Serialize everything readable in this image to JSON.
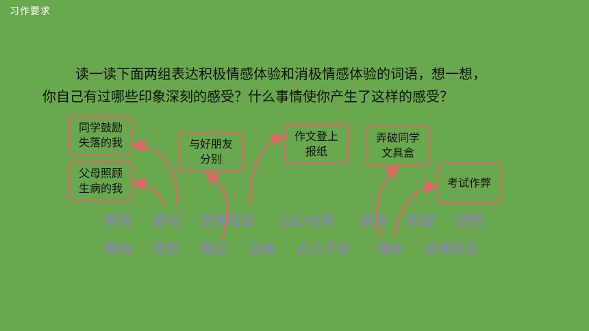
{
  "header": {
    "title": "习作要求"
  },
  "intro": {
    "line1": "读一读下面两组表达积极情感体验和消极情感体验的词语，想一想，",
    "line2": "你自己有过哪些印象深刻的感受？什么事情使你产生了这样的感受？"
  },
  "boxes": {
    "encourage": [
      "同学鼓励",
      "失落的我"
    ],
    "care": [
      "父母照顾",
      "生病的我"
    ],
    "friend": [
      "与好朋友",
      "分别"
    ],
    "essay": [
      "作文登上",
      "报纸"
    ],
    "pencilbox": [
      "弄破同学",
      "文具盒"
    ],
    "cheat": [
      "考试作弊"
    ]
  },
  "positive_words": [
    "畅快",
    "感动",
    "欣喜若狂",
    "归心似箭",
    "激动",
    "盼望",
    "欣慰"
  ],
  "negative_words": [
    "惧怕",
    "愤怒",
    "难过",
    "沮丧",
    "忐忑不安",
    "愧疚",
    "追悔莫及"
  ],
  "colors": {
    "background": "#6aa84f",
    "accent": "#e06666",
    "word": "#8e7cc3"
  }
}
